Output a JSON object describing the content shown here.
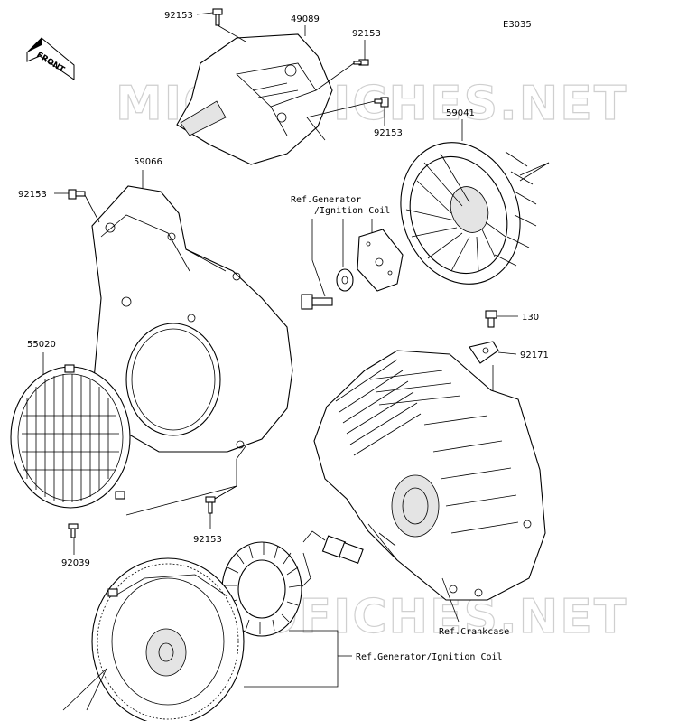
{
  "diagram_code": "E3035",
  "front_label": "FRONT",
  "watermarks": [
    "MICROFICHES.NET",
    "MICROFICHES.NET"
  ],
  "parts": {
    "bolt_top_left": "92153",
    "cover_top": "49089",
    "bolt_top_right": "92153",
    "bolt_cover_right": "92153",
    "fan": "59041",
    "shroud": "59066",
    "bolt_shroud": "92153",
    "screen": "55020",
    "bolt_lower": "92153",
    "screw_screen": "92039",
    "bolt_130": "130",
    "clamp": "92171"
  },
  "references": {
    "gen_top": "Ref.Generator",
    "gen_top_2": "/Ignition Coil",
    "crankcase": "Ref.Crankcase",
    "gen_bottom": "Ref.Generator/Ignition Coil"
  }
}
